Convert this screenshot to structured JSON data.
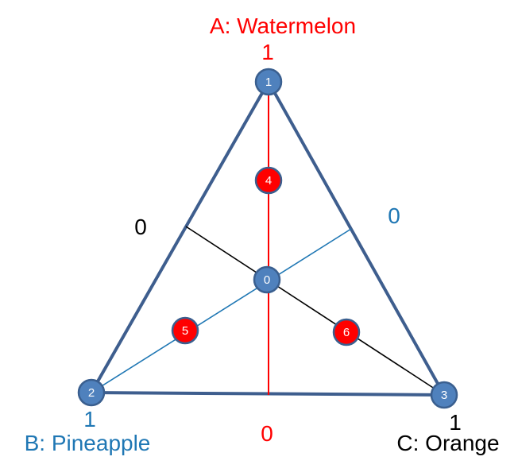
{
  "colors": {
    "watermelon": "#ff0000",
    "pineapple": "#1f77b4",
    "orange": "#000000",
    "triangle_edge": "#3e5e8e",
    "node_blue_fill": "#4f81bd",
    "node_blue_stroke": "#3a5f8f",
    "node_red_fill": "#ff0000",
    "node_red_stroke": "#3a5f8f"
  },
  "labels": {
    "vertex_a": "A: Watermelon",
    "vertex_b": "B: Pineapple",
    "vertex_c": "C: Orange",
    "a_top_value": "1",
    "a_bottom_value": "0",
    "b_left_value": "1",
    "b_right_value": "0",
    "c_right_value": "1",
    "c_left_value": "0"
  },
  "nodes": [
    {
      "id": "0",
      "label": "0",
      "kind": "blue"
    },
    {
      "id": "1",
      "label": "1",
      "kind": "blue"
    },
    {
      "id": "2",
      "label": "2",
      "kind": "blue"
    },
    {
      "id": "3",
      "label": "3",
      "kind": "blue"
    },
    {
      "id": "4",
      "label": "4",
      "kind": "red"
    },
    {
      "id": "5",
      "label": "5",
      "kind": "red"
    },
    {
      "id": "6",
      "label": "6",
      "kind": "red"
    }
  ]
}
